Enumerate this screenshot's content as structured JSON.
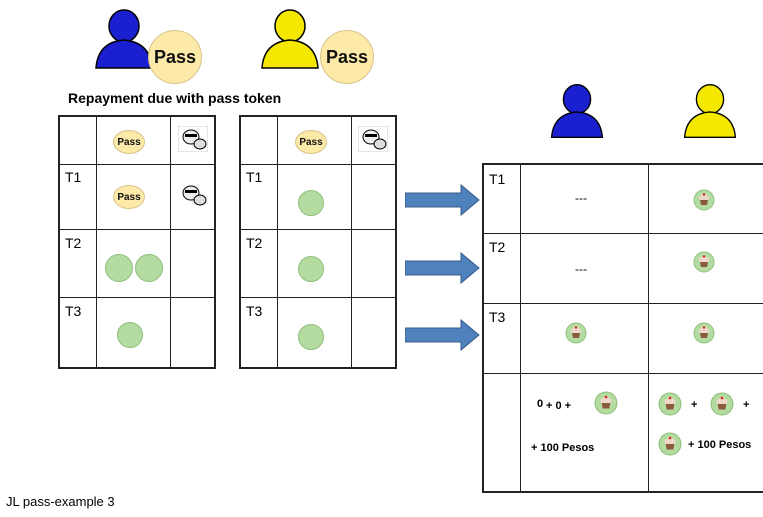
{
  "title": "Repayment due with pass token",
  "footer": "JL pass-example 3",
  "pass_token_label": "Pass",
  "row_labels": [
    "T1",
    "T2",
    "T3"
  ],
  "result_table": {
    "blue_column": [
      "---",
      "---",
      ""
    ],
    "formula_blue_line1_a": "0",
    "formula_blue_line1_b": "+ 0 +",
    "formula_blue_line2": "+  100 Pesos",
    "formula_yellow_plus": "+",
    "formula_yellow_line2": "+ 100 Pesos"
  },
  "icons": {
    "person_blue": "person-blue-icon",
    "person_yellow": "person-yellow-icon",
    "thief": "thief-icon",
    "money": "money-icon",
    "cupcake": "cupcake-icon",
    "arrow": "arrow-right-icon"
  },
  "colors": {
    "blue_person": "#1a1fcf",
    "yellow_person": "#f5e800",
    "arrow": "#4f81bd",
    "token": "#fde9a8",
    "green_token": "#b4dba0"
  }
}
